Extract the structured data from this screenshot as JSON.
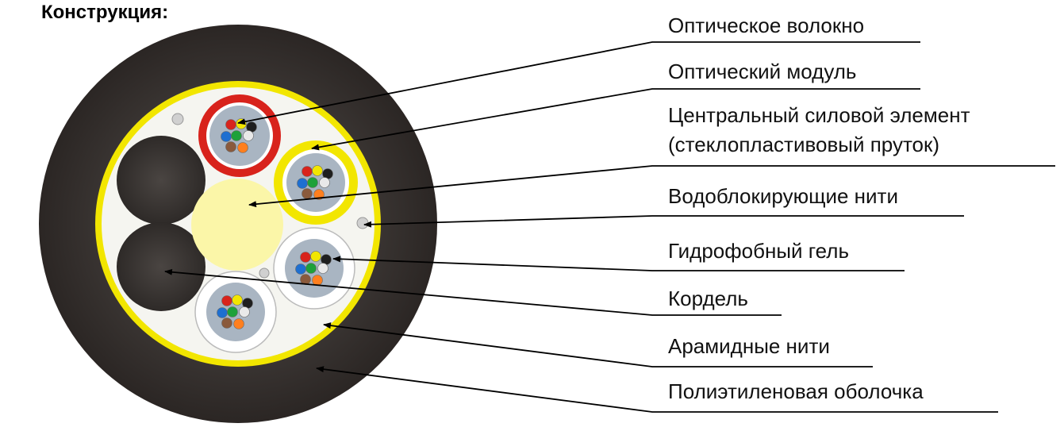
{
  "title": "Конструкция:",
  "labels": [
    "Оптическое волокно",
    "Оптический модуль",
    "Центральный силовой элемент",
    "(стеклопластивовый пруток)",
    "Водоблокирующие нити",
    "Гидрофобный гель",
    "Кордель",
    "Арамидные нити",
    "Полиэтиленовая оболочка"
  ],
  "colors": {
    "sheath": "#2b2624",
    "aramid": "#f2e600",
    "core_fill": "#f5f5f0",
    "central_element": "#fbf6a8",
    "cord": "#2e2a28",
    "module_gel": "#a9b5c2",
    "module_red": "#d8231c",
    "module_yellow": "#f2e600",
    "module_white": "#ffffff"
  },
  "fiber_colors": [
    "#d8231c",
    "#f2e600",
    "#1f1f1f",
    "#1e6fd0",
    "#1ea13a",
    "#e9e9e9",
    "#8a5a3c",
    "#ff7f1e"
  ]
}
